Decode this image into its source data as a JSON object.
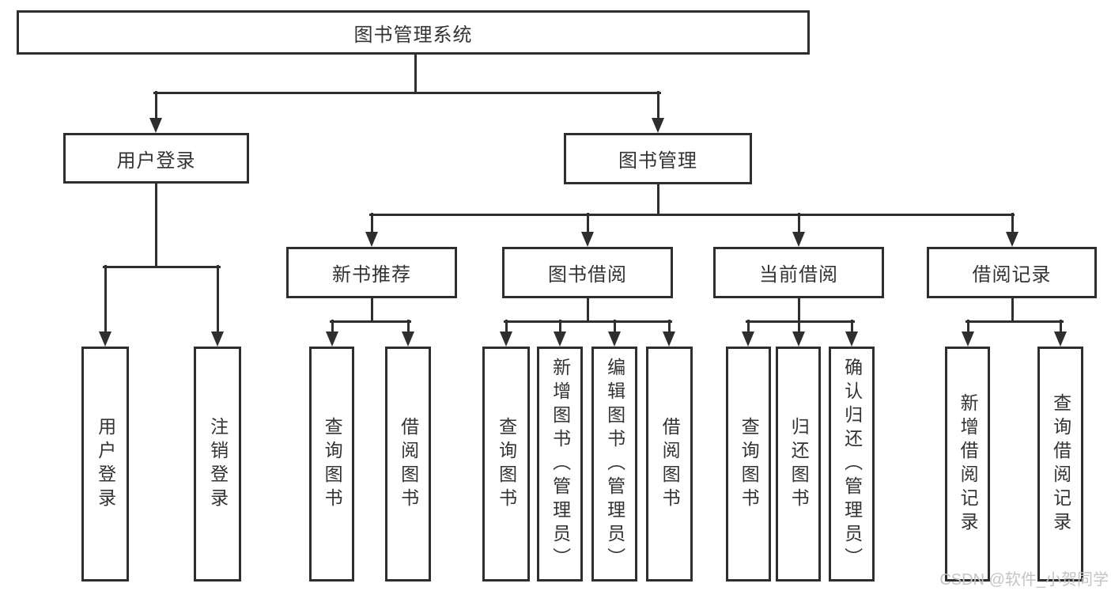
{
  "diagram": {
    "title": "图书管理系统",
    "watermark": "CSDN @软件_小贺同学",
    "colors": {
      "line": "#2e2e2e",
      "box_border": "#2e2e2e",
      "box_fill": "#ffffff",
      "text": "#333333",
      "watermark": "#c3c4c6",
      "background": "#ffffff"
    },
    "nodes": [
      {
        "id": "root",
        "label": "图书管理系统",
        "level": 1,
        "parent": null
      },
      {
        "id": "user-login",
        "label": "用户登录",
        "level": 2,
        "parent": "root"
      },
      {
        "id": "book-mgmt",
        "label": "图书管理",
        "level": 2,
        "parent": "root"
      },
      {
        "id": "new-book-rec",
        "label": "新书推荐",
        "level": 3,
        "parent": "book-mgmt"
      },
      {
        "id": "book-borrow",
        "label": "图书借阅",
        "level": 3,
        "parent": "book-mgmt"
      },
      {
        "id": "current-borrow",
        "label": "当前借阅",
        "level": 3,
        "parent": "book-mgmt"
      },
      {
        "id": "borrow-records",
        "label": "借阅记录",
        "level": 3,
        "parent": "book-mgmt"
      },
      {
        "id": "leaf-user-login",
        "label": "用户登录",
        "level": 4,
        "parent": "user-login"
      },
      {
        "id": "leaf-logout",
        "label": "注销登录",
        "level": 4,
        "parent": "user-login"
      },
      {
        "id": "leaf-nbr-query",
        "label": "查询图书",
        "level": 4,
        "parent": "new-book-rec"
      },
      {
        "id": "leaf-nbr-borrow",
        "label": "借阅图书",
        "level": 4,
        "parent": "new-book-rec"
      },
      {
        "id": "leaf-bb-query",
        "label": "查询图书",
        "level": 4,
        "parent": "book-borrow"
      },
      {
        "id": "leaf-bb-add",
        "label": "新增图书（管理员）",
        "level": 4,
        "parent": "book-borrow"
      },
      {
        "id": "leaf-bb-edit",
        "label": "编辑图书（管理员）",
        "level": 4,
        "parent": "book-borrow"
      },
      {
        "id": "leaf-bb-borrow",
        "label": "借阅图书",
        "level": 4,
        "parent": "book-borrow"
      },
      {
        "id": "leaf-cb-query",
        "label": "查询图书",
        "level": 4,
        "parent": "current-borrow"
      },
      {
        "id": "leaf-cb-return",
        "label": "归还图书",
        "level": 4,
        "parent": "current-borrow"
      },
      {
        "id": "leaf-cb-confirm",
        "label": "确认归还（管理员）",
        "level": 4,
        "parent": "current-borrow"
      },
      {
        "id": "leaf-br-add",
        "label": "新增借阅记录",
        "level": 4,
        "parent": "borrow-records"
      },
      {
        "id": "leaf-br-query",
        "label": "查询借阅记录",
        "level": 4,
        "parent": "borrow-records"
      }
    ]
  }
}
